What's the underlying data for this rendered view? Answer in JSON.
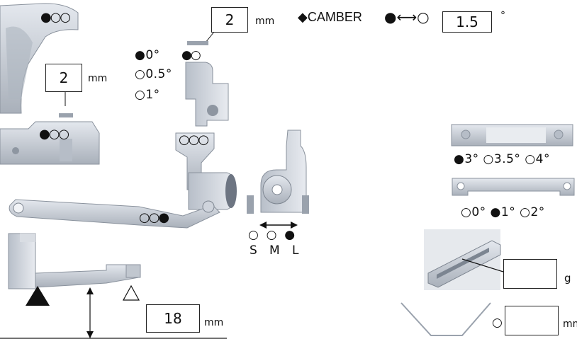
{
  "camber": {
    "label": "◆CAMBER",
    "symbol": "●⟷○",
    "value": "1.5",
    "unit": "°"
  },
  "upper_shim": {
    "value": "2",
    "unit": "mm"
  },
  "left_shim": {
    "value": "2",
    "unit": "mm"
  },
  "caster_options": [
    "●0°",
    "○0.5°",
    "○1°"
  ],
  "knuckle_holes": "●○",
  "top_arm_holes": "●○○",
  "left_holes": "●○○",
  "tower_holes": "○○○",
  "arm_holes": "○○●",
  "sml": {
    "dots": "○  ○  ●",
    "labels": [
      "S",
      "M",
      "L"
    ]
  },
  "toe_block_options": "●3° ○3.5° ○4°",
  "toe_plate_options": "○0° ●1° ○2°",
  "ride_height": {
    "value": "18",
    "unit": "mm"
  },
  "weight": {
    "value": "",
    "unit": "g"
  },
  "droop": {
    "marker": "○",
    "value": "",
    "unit": "mm"
  },
  "colors": {
    "part_fill": "#cfd4dc",
    "part_dark": "#9aa2ad",
    "part_shadow": "#7c8591",
    "line": "#111111"
  }
}
